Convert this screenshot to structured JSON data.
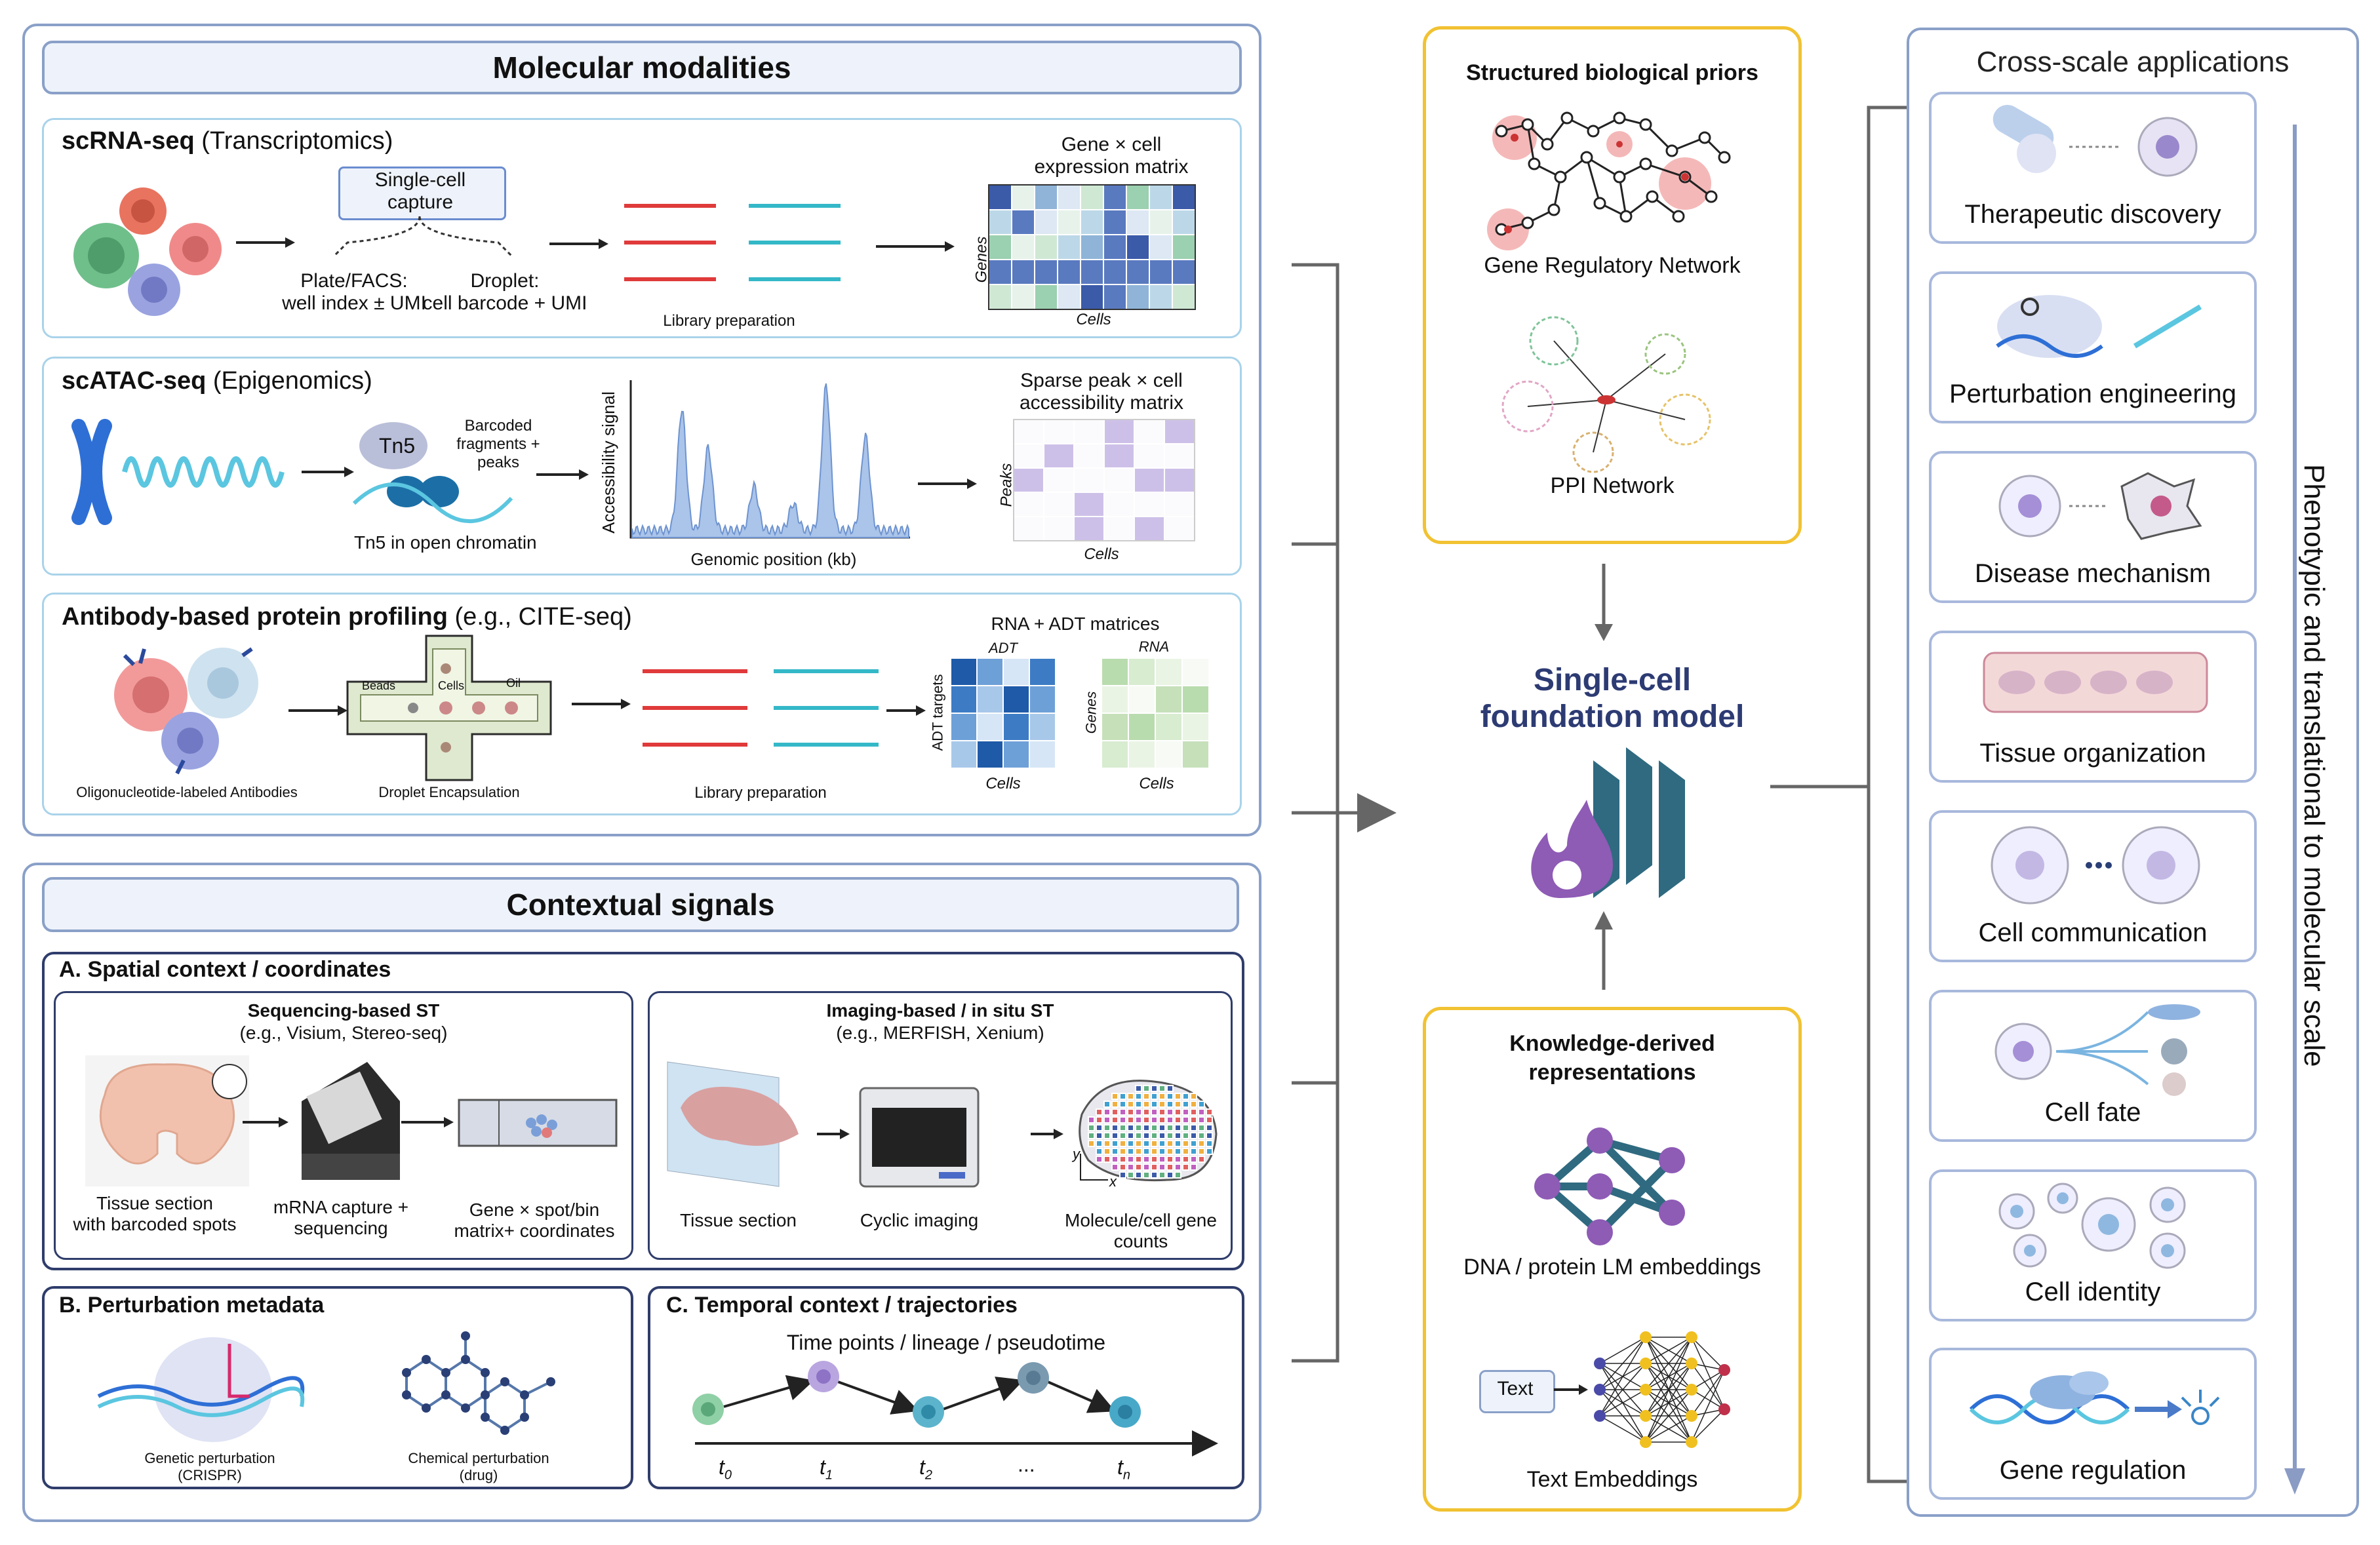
{
  "molecular": {
    "title": "Molecular modalities",
    "rna": {
      "title_bold": "scRNA-seq",
      "title_rest": " (Transcriptomics)",
      "capture": "Single-cell\ncapture",
      "plate": "Plate/FACS:\nwell index ± UMI",
      "droplet": "Droplet:\ncell barcode + UMI",
      "library": "Library preparation",
      "matrix_title": "Gene × cell\nexpression matrix",
      "genes": "Genes",
      "cells": "Cells"
    },
    "atac": {
      "title_bold": "scATAC-seq",
      "title_rest": " (Epigenomics)",
      "tn5": "Tn5",
      "barcoded": "Barcoded\nfragments +\npeaks",
      "open": "Tn5 in open chromatin",
      "ylabel": "Accessibility signal",
      "xlabel": "Genomic position (kb)",
      "matrix_title": "Sparse peak × cell\naccessibility matrix",
      "peaks": "Peaks",
      "cells": "Cells"
    },
    "protein": {
      "title_bold": "Antibody-based protein profiling",
      "title_rest": " (e.g., CITE-seq)",
      "antibodies": "Oligonucleotide-labeled Antibodies",
      "beads": "Beads",
      "cells_lbl": "Cells",
      "oil": "Oil",
      "droplet": "Droplet Encapsulation",
      "library": "Library preparation",
      "matrices": "RNA + ADT matrices",
      "adt": "ADT",
      "rna": "RNA",
      "adt_targets": "ADT targets",
      "genes": "Genes",
      "cells": "Cells"
    }
  },
  "contextual": {
    "title": "Contextual signals",
    "spatial": {
      "title": "A. Spatial context / coordinates",
      "seq_title": "Sequencing-based ST",
      "seq_sub": "(e.g., Visium, Stereo-seq)",
      "tissue": "Tissue section\nwith barcoded spots",
      "capture": "mRNA capture +\nsequencing",
      "matrix": "Gene × spot/bin\nmatrix+ coordinates",
      "img_title": "Imaging-based / in situ ST",
      "img_sub": "(e.g., MERFISH, Xenium)",
      "tissue2": "Tissue section",
      "cyclic": "Cyclic imaging",
      "counts": "Molecule/cell gene\ncounts",
      "y": "y",
      "x": "x"
    },
    "perturbation": {
      "title": "B. Perturbation metadata",
      "genetic": "Genetic perturbation\n(CRISPR)",
      "chemical": "Chemical perturbation\n(drug)"
    },
    "temporal": {
      "title": "C. Temporal context / trajectories",
      "sub": "Time points / lineage / pseudotime",
      "t0": "0",
      "t1": "1",
      "t2": "2",
      "dots": "...",
      "tn": "n",
      "t": "t"
    }
  },
  "priors": {
    "title": "Structured biological priors",
    "grn": "Gene Regulatory Network",
    "ppi": "PPI Network"
  },
  "model": {
    "title": "Single-cell\nfoundation model"
  },
  "knowledge": {
    "title": "Knowledge-derived\nrepresentations",
    "dna": "DNA / protein LM embeddings",
    "text_box": "Text",
    "text": "Text Embeddings"
  },
  "applications": {
    "title": "Cross-scale applications",
    "items": [
      "Therapeutic discovery",
      "Perturbation engineering",
      "Disease mechanism",
      "Tissue organization",
      "Cell communication",
      "Cell fate",
      "Cell identity",
      "Gene regulation"
    ],
    "axis": "Phenotypic and translational to molecular scale"
  },
  "colors": {
    "panel_border": "#8aa0c8",
    "gold": "#f1c232",
    "model_text": "#2d3b73",
    "purple": "#8e5bb5",
    "teal": "#2f6a80"
  }
}
